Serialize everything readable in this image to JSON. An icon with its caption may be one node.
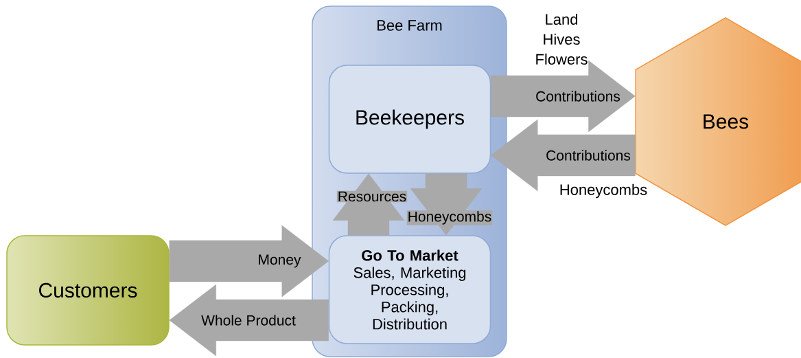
{
  "diagram": {
    "nodes": [
      {
        "text": [
          "Bee Farm"
        ]
      },
      {
        "text": [
          "Beekeepers"
        ],
        "in": 0
      },
      {
        "text": [
          "Go To Market",
          "Sales, Marketing Processing, Packing, Distribution"
        ],
        "in": 0
      },
      {
        "text": [
          "Bees"
        ]
      },
      {
        "text": [
          "Customers"
        ]
      }
    ],
    "edges": [
      {
        "from": 1,
        "to": 3,
        "arrow": "to",
        "label": "Contributions"
      },
      {
        "from": 3,
        "to": 1,
        "arrow": "to",
        "label": "Contributions"
      },
      {
        "from": 2,
        "to": 1,
        "arrow": "to",
        "label": "Resources"
      },
      {
        "from": 1,
        "to": 2,
        "arrow": "to",
        "label": "Honeycombs"
      },
      {
        "from": 4,
        "to": 2,
        "arrow": "to",
        "label": "Money"
      },
      {
        "from": 2,
        "to": 4,
        "arrow": "to",
        "label": "Whole Product"
      }
    ],
    "labels": [
      "Land Hives Flowers",
      "Honeycombs"
    ]
  }
}
